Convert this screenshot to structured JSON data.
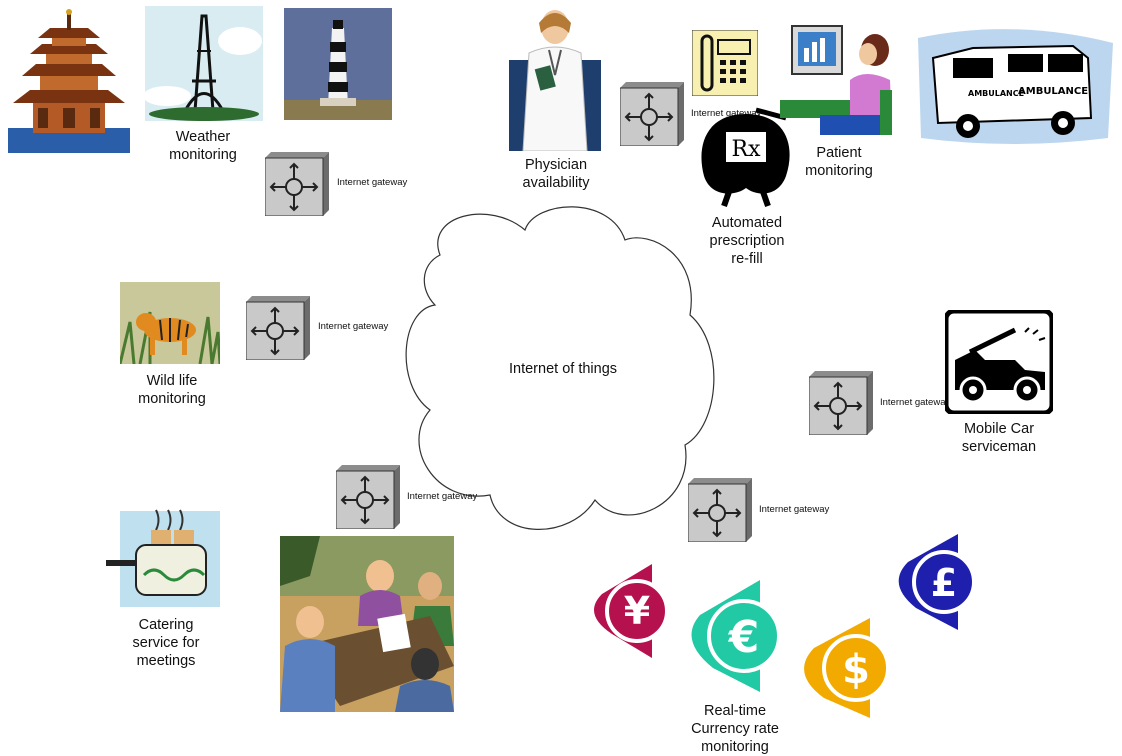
{
  "center": {
    "label": "Internet of things"
  },
  "gateway_label": "Internet gateway",
  "labels": {
    "weather": [
      "Weather",
      "monitoring"
    ],
    "physician": [
      "Physician",
      "availability"
    ],
    "prescription": [
      "Automated",
      "prescription",
      "re-fill"
    ],
    "patient": [
      "Patient",
      "monitoring"
    ],
    "wildlife": [
      "Wild life",
      "monitoring"
    ],
    "car": [
      "Mobile Car",
      "serviceman"
    ],
    "catering": [
      "Catering",
      "service for",
      "meetings"
    ],
    "currency": [
      "Real-time",
      "Currency rate",
      "monitoring"
    ]
  },
  "ambulance_text": [
    "AMBULANCE",
    "AMBULANCE"
  ],
  "rx_text": "Rx",
  "currency_symbols": [
    "¥",
    "€",
    "$",
    "£"
  ],
  "colors": {
    "yen": "#b5114e",
    "euro": "#21c9a5",
    "dollar": "#f2a900",
    "pound": "#1f1fae",
    "gateway_face": "#c9c9c9",
    "cloud_stroke": "#333333"
  }
}
